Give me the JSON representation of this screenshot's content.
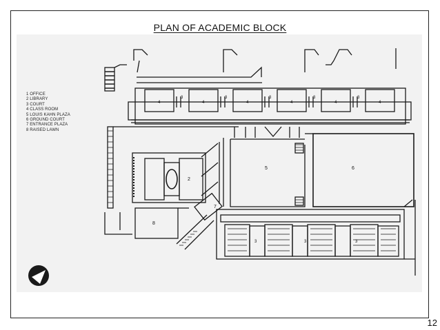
{
  "slide": {
    "title": "PLAN OF ACADEMIC BLOCK",
    "page_number": "12"
  },
  "legend": [
    "1 OFFICE",
    "2 LIBRARY",
    "3 COURT",
    "4 CLASS ROOM",
    "5 LOUIS KAHN PLAZA",
    "6 GROUND COURT",
    "7 ENTRANCE PLAZA",
    "8 RAISED LAWN"
  ],
  "plan_labels": {
    "classroom": "4",
    "court": "3",
    "library": "2",
    "entrance": "7",
    "raised_lawn": "8",
    "plaza": "5",
    "ground_court": "6"
  },
  "colors": {
    "line": "#1a1a1a",
    "plan_background": "#f2f2f2",
    "frame": "#222222"
  }
}
